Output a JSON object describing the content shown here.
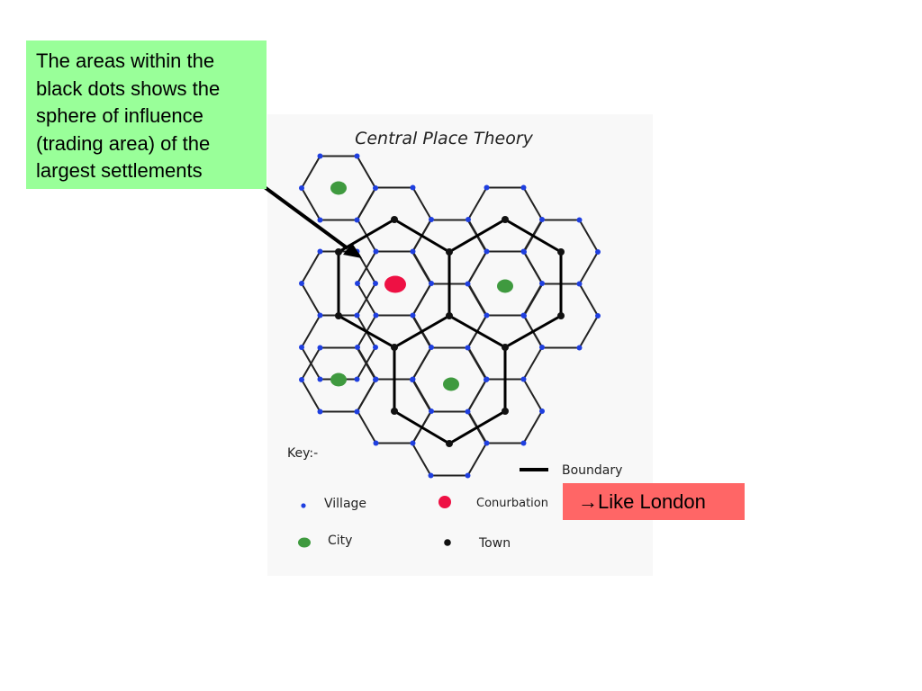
{
  "diagram": {
    "title": "Central Place Theory",
    "key_title": "Key:-",
    "legend": [
      {
        "label": "Village",
        "color": "#1f3fe0",
        "shape": "small-dot"
      },
      {
        "label": "Conurbation",
        "color": "#ee1144",
        "shape": "large-dot"
      },
      {
        "label": "City",
        "color": "#3f9a3f",
        "shape": "large-dot"
      },
      {
        "label": "Town",
        "color": "#111111",
        "shape": "medium-dot"
      },
      {
        "label": "Boundary",
        "color": "#000000",
        "shape": "line"
      }
    ],
    "colors": {
      "village": "#1f3fe0",
      "city": "#3f9a3f",
      "conurbation": "#ee1144",
      "town": "#111111",
      "hexagon": "#222222",
      "boundary": "#000000"
    }
  },
  "note": {
    "text": "The areas within the black dots shows the sphere of influence (trading area) of the largest settlements",
    "background": "#99ff99"
  },
  "london": {
    "arrow_glyph": "→",
    "text": "Like London",
    "background": "#ff6666"
  }
}
